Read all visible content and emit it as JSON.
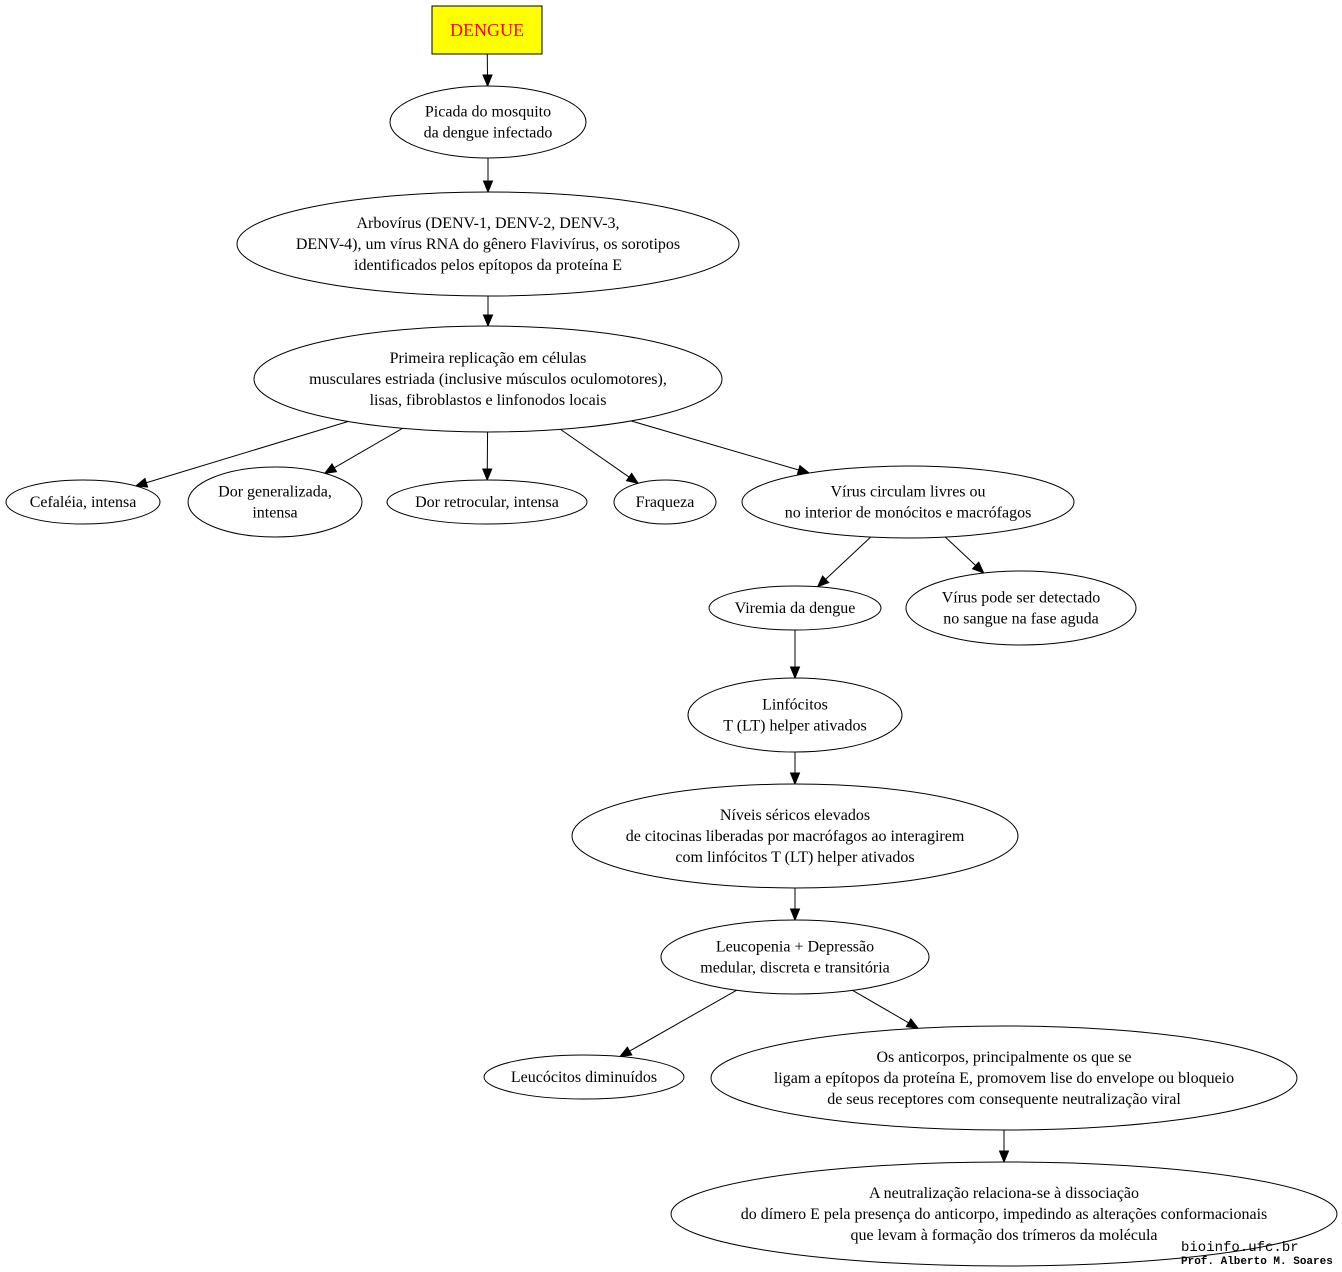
{
  "diagram": {
    "root": "DENGUE",
    "nodes": {
      "picada": [
        "Picada do mosquito",
        "da dengue infectado"
      ],
      "arbovirus": [
        "Arbovírus (DENV-1, DENV-2, DENV-3,",
        "DENV-4), um vírus RNA do gênero Flavivírus, os sorotipos",
        "identificados pelos epítopos da proteína E"
      ],
      "replicacao": [
        "Primeira replicação em células",
        "musculares estriada (inclusive músculos oculomotores),",
        "lisas, fibroblastos e linfonodos locais"
      ],
      "cefaleia": [
        "Cefaléia, intensa"
      ],
      "dor_generalizada": [
        "Dor generalizada,",
        "intensa"
      ],
      "dor_retrocular": [
        "Dor retrocular, intensa"
      ],
      "fraqueza": [
        "Fraqueza"
      ],
      "virus_circulam": [
        "Vírus circulam livres ou",
        "no interior de monócitos e macrófagos"
      ],
      "viremia": [
        "Viremia da dengue"
      ],
      "virus_detectado": [
        "Vírus pode ser detectado",
        "no sangue na fase aguda"
      ],
      "linfocitos": [
        "Linfócitos",
        "T (LT) helper ativados"
      ],
      "niveis": [
        "Níveis séricos elevados",
        "de citocinas liberadas por macrófagos ao interagirem",
        "com linfócitos T (LT) helper ativados"
      ],
      "leucopenia": [
        "Leucopenia + Depressão",
        "medular, discreta e transitória"
      ],
      "leucocitos": [
        "Leucócitos diminuídos"
      ],
      "anticorpos": [
        "Os anticorpos, principalmente os que se",
        "ligam a epítopos da proteína E, promovem lise do envelope ou bloqueio",
        "de seus receptores com consequente neutralização viral"
      ],
      "neutralizacao": [
        "A neutralização relaciona-se à dissociação",
        "do dímero E pela presença do anticorpo, impedindo as alterações conformacionais",
        "que levam à formação dos trímeros da molécula"
      ]
    },
    "edges": [
      [
        "root",
        "picada"
      ],
      [
        "picada",
        "arbovirus"
      ],
      [
        "arbovirus",
        "replicacao"
      ],
      [
        "replicacao",
        "cefaleia"
      ],
      [
        "replicacao",
        "dor_generalizada"
      ],
      [
        "replicacao",
        "dor_retrocular"
      ],
      [
        "replicacao",
        "fraqueza"
      ],
      [
        "replicacao",
        "virus_circulam"
      ],
      [
        "virus_circulam",
        "viremia"
      ],
      [
        "virus_circulam",
        "virus_detectado"
      ],
      [
        "viremia",
        "linfocitos"
      ],
      [
        "linfocitos",
        "niveis"
      ],
      [
        "niveis",
        "leucopenia"
      ],
      [
        "leucopenia",
        "leucocitos"
      ],
      [
        "leucopenia",
        "anticorpos"
      ],
      [
        "anticorpos",
        "neutralizacao"
      ]
    ],
    "colors": {
      "root_fill": "#ffff00",
      "root_text": "#ff0000",
      "stroke": "#000000"
    }
  },
  "credits": {
    "site": "bioinfo.ufc.br",
    "author": "Prof. Alberto M. Soares"
  }
}
